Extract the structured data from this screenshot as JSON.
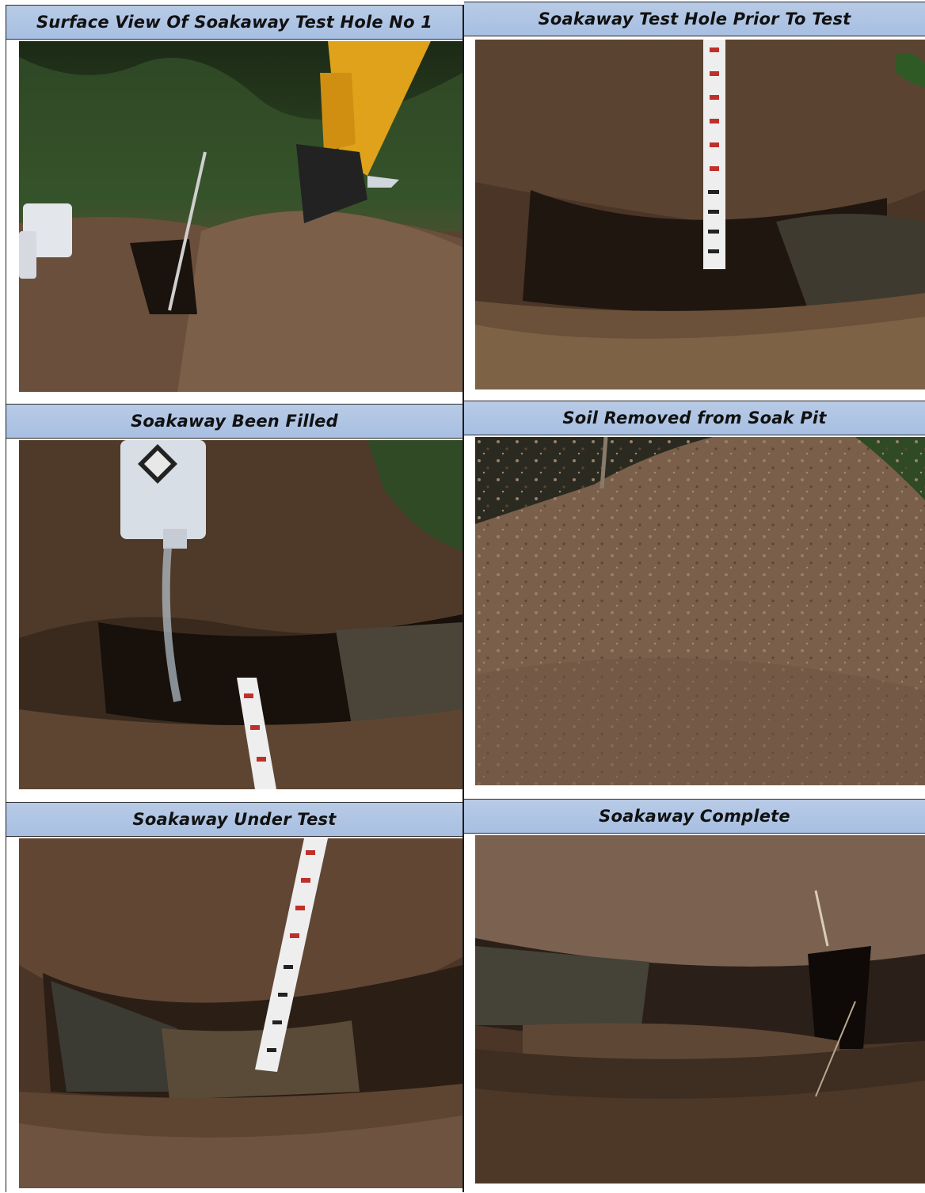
{
  "panels": [
    {
      "caption": "Surface View Of Soakaway Test Hole No 1"
    },
    {
      "caption": "Soakaway Test Hole Prior To Test"
    },
    {
      "caption": "Soakaway Been Filled"
    },
    {
      "caption": "Soil Removed from Soak Pit"
    },
    {
      "caption": "Soakaway Under Test"
    },
    {
      "caption": "Soakaway Complete"
    }
  ],
  "colors": {
    "caption_bar": "#a9c0e3",
    "grid_line": "#1c1c1c",
    "soil_dark": "#2a1d14",
    "soil_mid": "#5a4232",
    "soil_light": "#8a6e55",
    "vegetation": "#2f4a25",
    "excavator": "#e0a21a",
    "staff_white": "#eeeeee",
    "staff_red": "#c0302a",
    "water": "#4a4538",
    "container": "#d8dee6"
  },
  "icons": [
    "hazard-diamond-icon"
  ]
}
